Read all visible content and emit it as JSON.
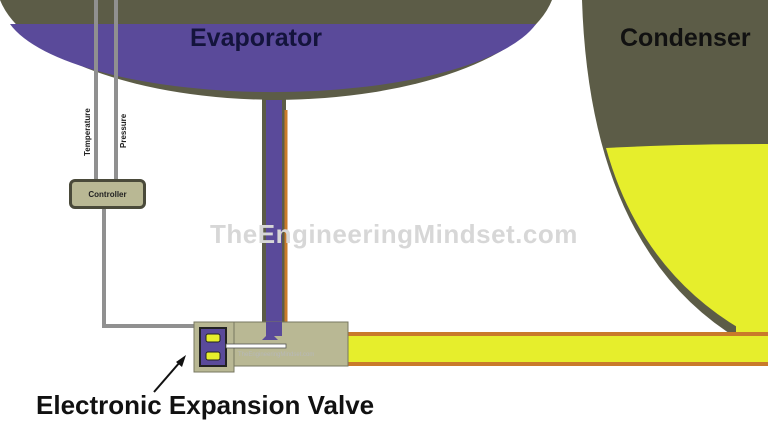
{
  "labels": {
    "evaporator": "Evaporator",
    "condenser": "Condenser",
    "temperature": "Temperature",
    "pressure": "Pressure",
    "controller": "Controller",
    "watermark": "TheEngineeringMindset.com",
    "valve_watermark": "TheEngineeringMindset.com",
    "caption": "Electronic Expansion Valve"
  },
  "colors": {
    "evaporator_liquid": "#5a4a9a",
    "vessel_shell": "#5c5c47",
    "condenser_liquid": "#e6ee2c",
    "pipe_border": "#c97a2a",
    "valve_body": "#b9b894",
    "controller_fill": "#b9b894",
    "sensor_wire": "#909090"
  }
}
